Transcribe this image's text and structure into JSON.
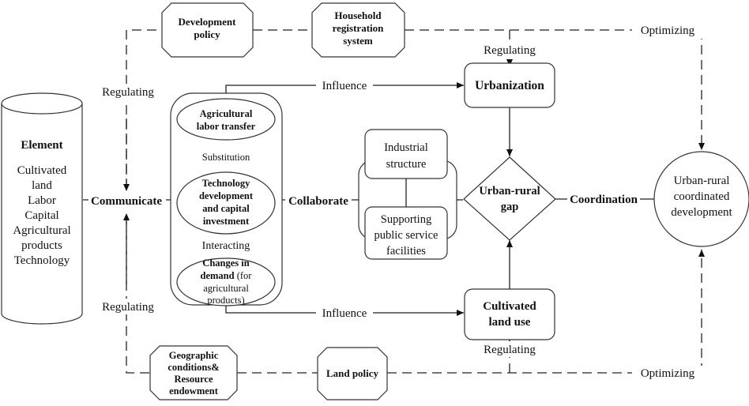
{
  "nodes": {
    "development_policy": [
      "Development",
      "policy"
    ],
    "household_registration": [
      "Household",
      "registration",
      "system"
    ],
    "element_title": "Element",
    "element_items": [
      "Cultivated",
      "land",
      "Labor",
      "Capital",
      "Agricultural",
      "products",
      "Technology"
    ],
    "agri_labor_transfer": [
      "Agricultural",
      "labor transfer"
    ],
    "tech_dev": [
      "Technology",
      "development",
      "and capital",
      "investment"
    ],
    "demand_bold": "Changes in",
    "demand_bold2": "demand",
    "demand_rest": " (for",
    "demand_more": [
      "agricultural",
      "products)"
    ],
    "industrial_structure": [
      "Industrial",
      "structure"
    ],
    "public_service": [
      "Supporting",
      "public service",
      "facilities"
    ],
    "urbanization": "Urbanization",
    "urban_rural_gap": [
      "Urban-rural",
      "gap"
    ],
    "cultivated_land_use": [
      "Cultivated",
      "land use"
    ],
    "coordinated_development": [
      "Urban-rural",
      "coordinated",
      "development"
    ],
    "geographic_conditions": [
      "Geographic",
      "conditions&",
      "Resource",
      "endowment"
    ],
    "land_policy": "Land policy"
  },
  "labels": {
    "communicate": "Communicate",
    "collaborate": "Collaborate",
    "coordination": "Coordination",
    "regulating_top_left": "Regulating",
    "regulating_bottom_left": "Regulating",
    "regulating_urbanization": "Regulating",
    "regulating_land_use": "Regulating",
    "influence_top": "Influence",
    "influence_bottom": "Influence",
    "optimizing_top": "Optimizing",
    "optimizing_bottom": "Optimizing",
    "substitution": "Substitution",
    "interacting": "Interacting"
  }
}
